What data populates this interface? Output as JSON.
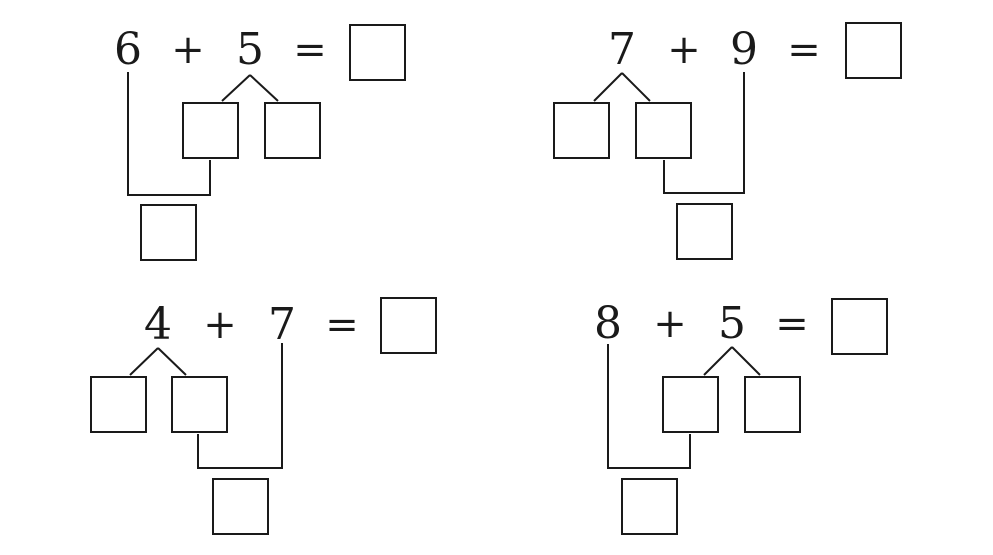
{
  "problems": [
    {
      "a": "6",
      "op": "+",
      "b": "5",
      "eq": "="
    },
    {
      "a": "7",
      "op": "+",
      "b": "9",
      "eq": "="
    },
    {
      "a": "4",
      "op": "+",
      "b": "7",
      "eq": "="
    },
    {
      "a": "8",
      "op": "+",
      "b": "5",
      "eq": "="
    }
  ]
}
